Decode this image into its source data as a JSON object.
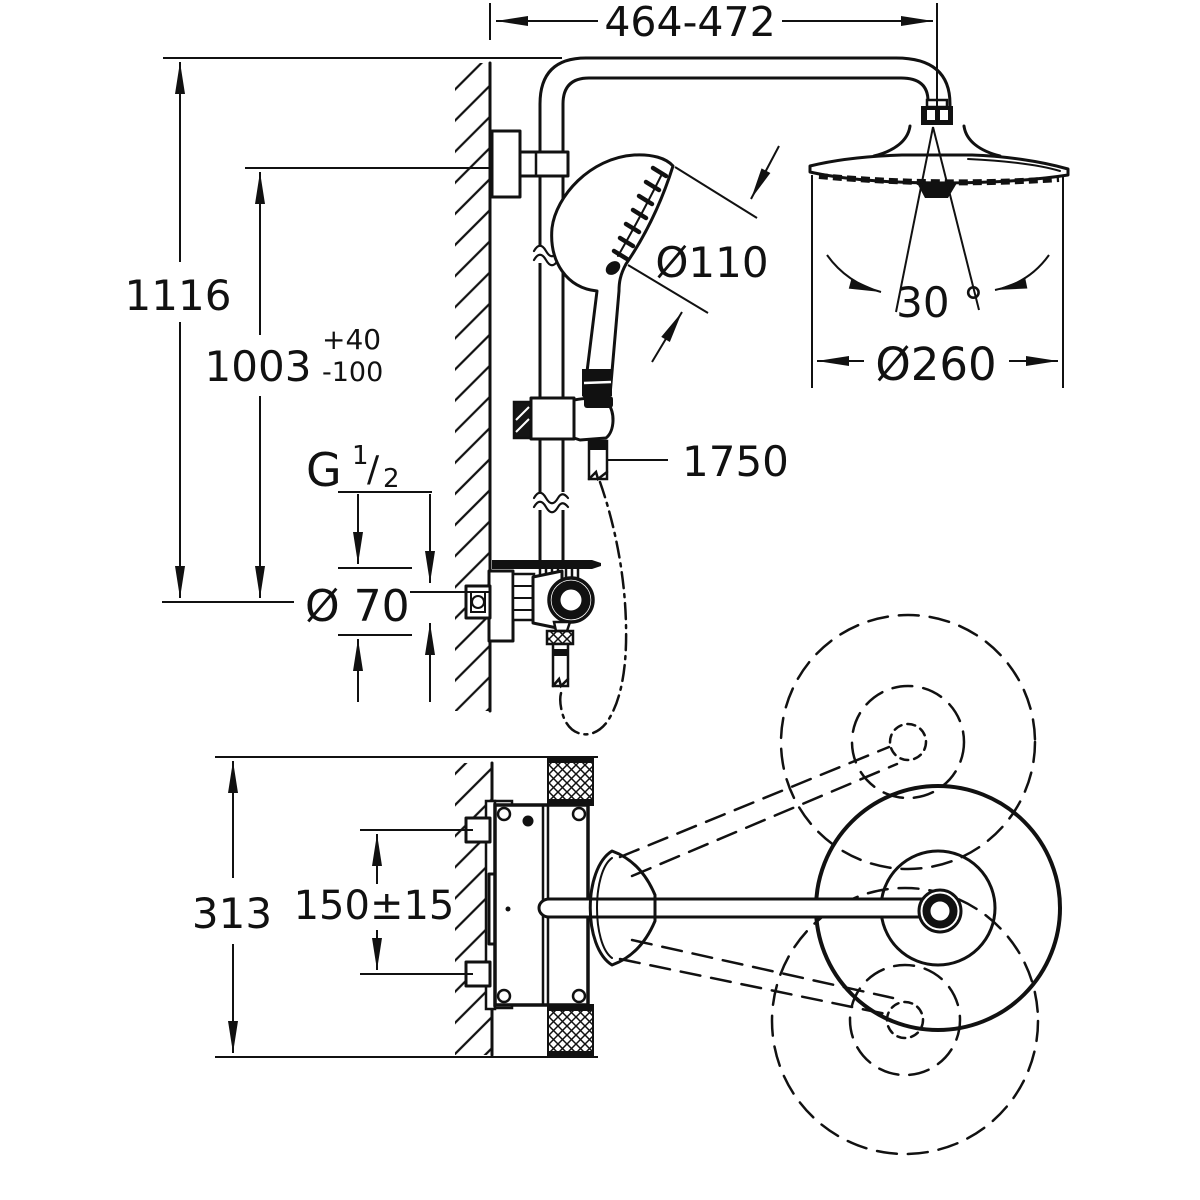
{
  "colors": {
    "ink": "#111111",
    "background": "#ffffff"
  },
  "side_view": {
    "dim_width": "464-472",
    "dim_height_total": "1116",
    "dim_height_valve": "1003",
    "tol_plus": "+40",
    "tol_minus": "-100",
    "dim_handshower_diameter": "Ø110",
    "dim_spray_angle": "30 °",
    "dim_headshower_diameter": "Ø260",
    "dim_hose_length": "1750",
    "thread": {
      "letter": "G",
      "numerator": "1",
      "slash": "/",
      "denominator": "2"
    },
    "dim_escutcheon_diameter": "Ø 70"
  },
  "plan_view": {
    "dim_total_depth": "313",
    "dim_arm_offset": "150±15"
  }
}
